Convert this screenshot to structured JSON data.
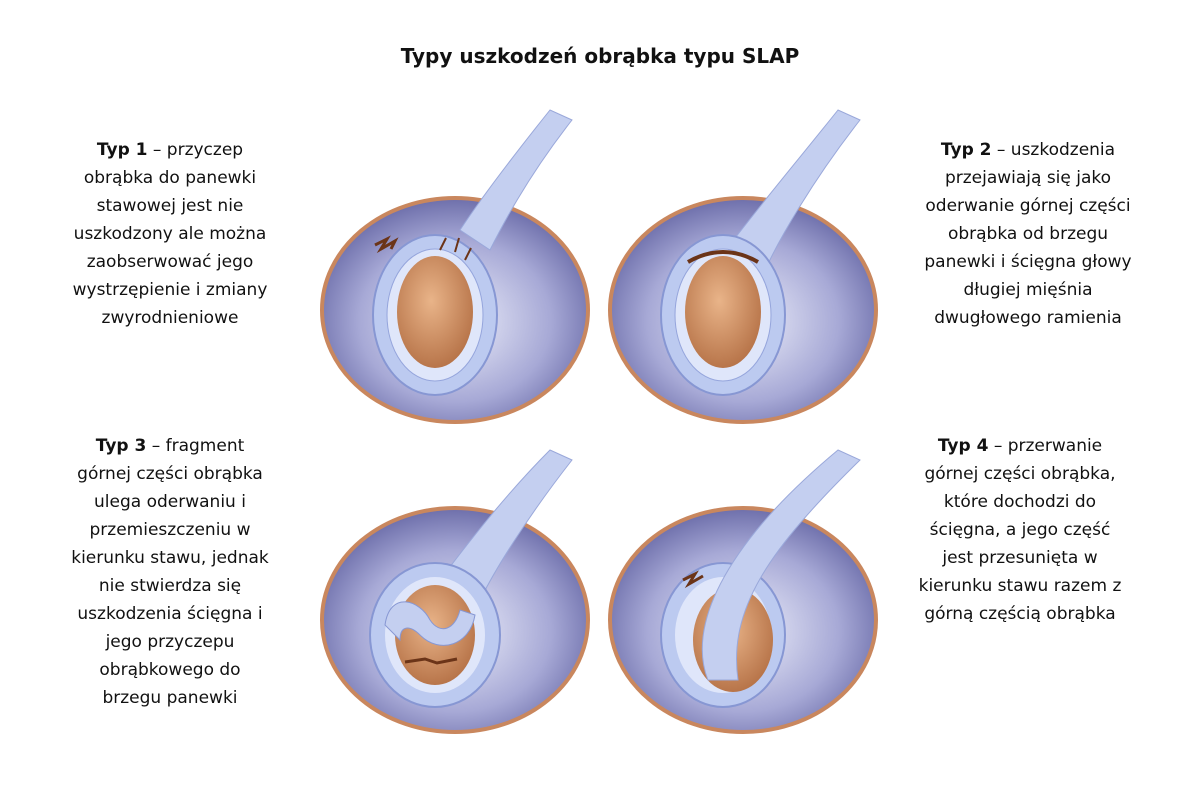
{
  "title": "Typy uszkodzeń obrąbka typu SLAP",
  "types": [
    {
      "label": "Typ 1",
      "lines": [
        "– przyczep",
        "obrąbka do panewki",
        "stawowej jest nie",
        "uszkodzony ale można",
        "zaobserwować jego",
        "wystrzępienie i zmiany",
        "zwyrodnieniowe"
      ]
    },
    {
      "label": "Typ 2",
      "lines": [
        "– uszkodzenia",
        "przejawiają się jako",
        "oderwanie górnej części",
        "obrąbka od brzegu",
        "panewki i  ścięgna głowy",
        "długiej mięśnia",
        "dwugłowego ramienia"
      ]
    },
    {
      "label": "Typ 3",
      "lines": [
        "– fragment",
        "górnej części obrąbka",
        "ulega oderwaniu i",
        "przemieszczeniu w",
        "kierunku stawu, jednak",
        "nie stwierdza się",
        "uszkodzenia ścięgna i",
        "jego przyczepu",
        "obrąbkowego do",
        "brzegu panewki"
      ]
    },
    {
      "label": "Typ 4",
      "lines": [
        "– przerwanie",
        "górnej części obrąbka,",
        "które dochodzi do",
        "ścięgna, a jego część",
        "jest przesunięta w",
        "kierunku stawu razem z",
        "górną częścią obrąbka"
      ]
    }
  ],
  "colors": {
    "rim": "#c9875e",
    "joint": "#7f80bd",
    "labrum": "#b9c6ec",
    "glenoid": "#d69a6c"
  }
}
